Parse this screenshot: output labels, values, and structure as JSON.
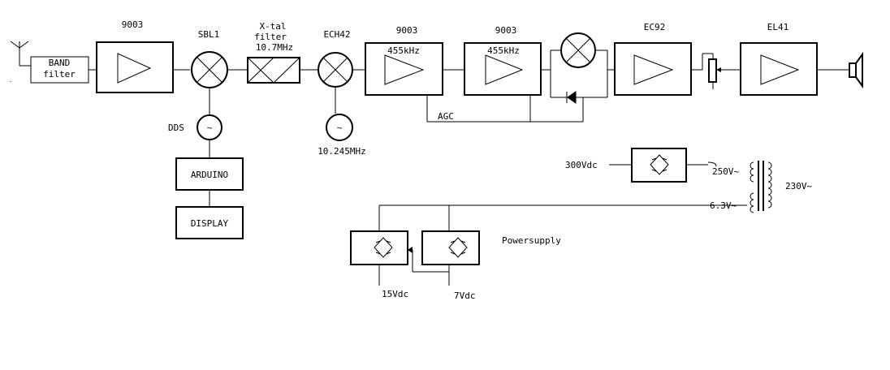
{
  "labels": {
    "band_filter_1": "BAND",
    "band_filter_2": "filter",
    "rf_amp": "9003",
    "mixer1": "SBL1",
    "xtal_1": "X-tal",
    "xtal_2": "filter",
    "xtal_3": "10.7MHz",
    "mixer2": "ECH42",
    "if_amp1": "9003",
    "if_amp1_freq": "455kHz",
    "if_amp2": "9003",
    "if_amp2_freq": "455kHz",
    "agc": "AGC",
    "af_amp": "EC92",
    "power_amp": "EL41",
    "dds": "DDS",
    "osc_symbol_1": "~",
    "osc_symbol_2": "~",
    "local_osc_freq": "10.245MHz",
    "arduino": "ARDUINO",
    "display": "DISPLAY",
    "hv_dc": "300Vdc",
    "hv_ac": "250V~",
    "mains": "230V~",
    "heater": "6.3V~",
    "powersupply": "Powersupply",
    "dc15": "15Vdc",
    "dc7": "7Vdc"
  }
}
